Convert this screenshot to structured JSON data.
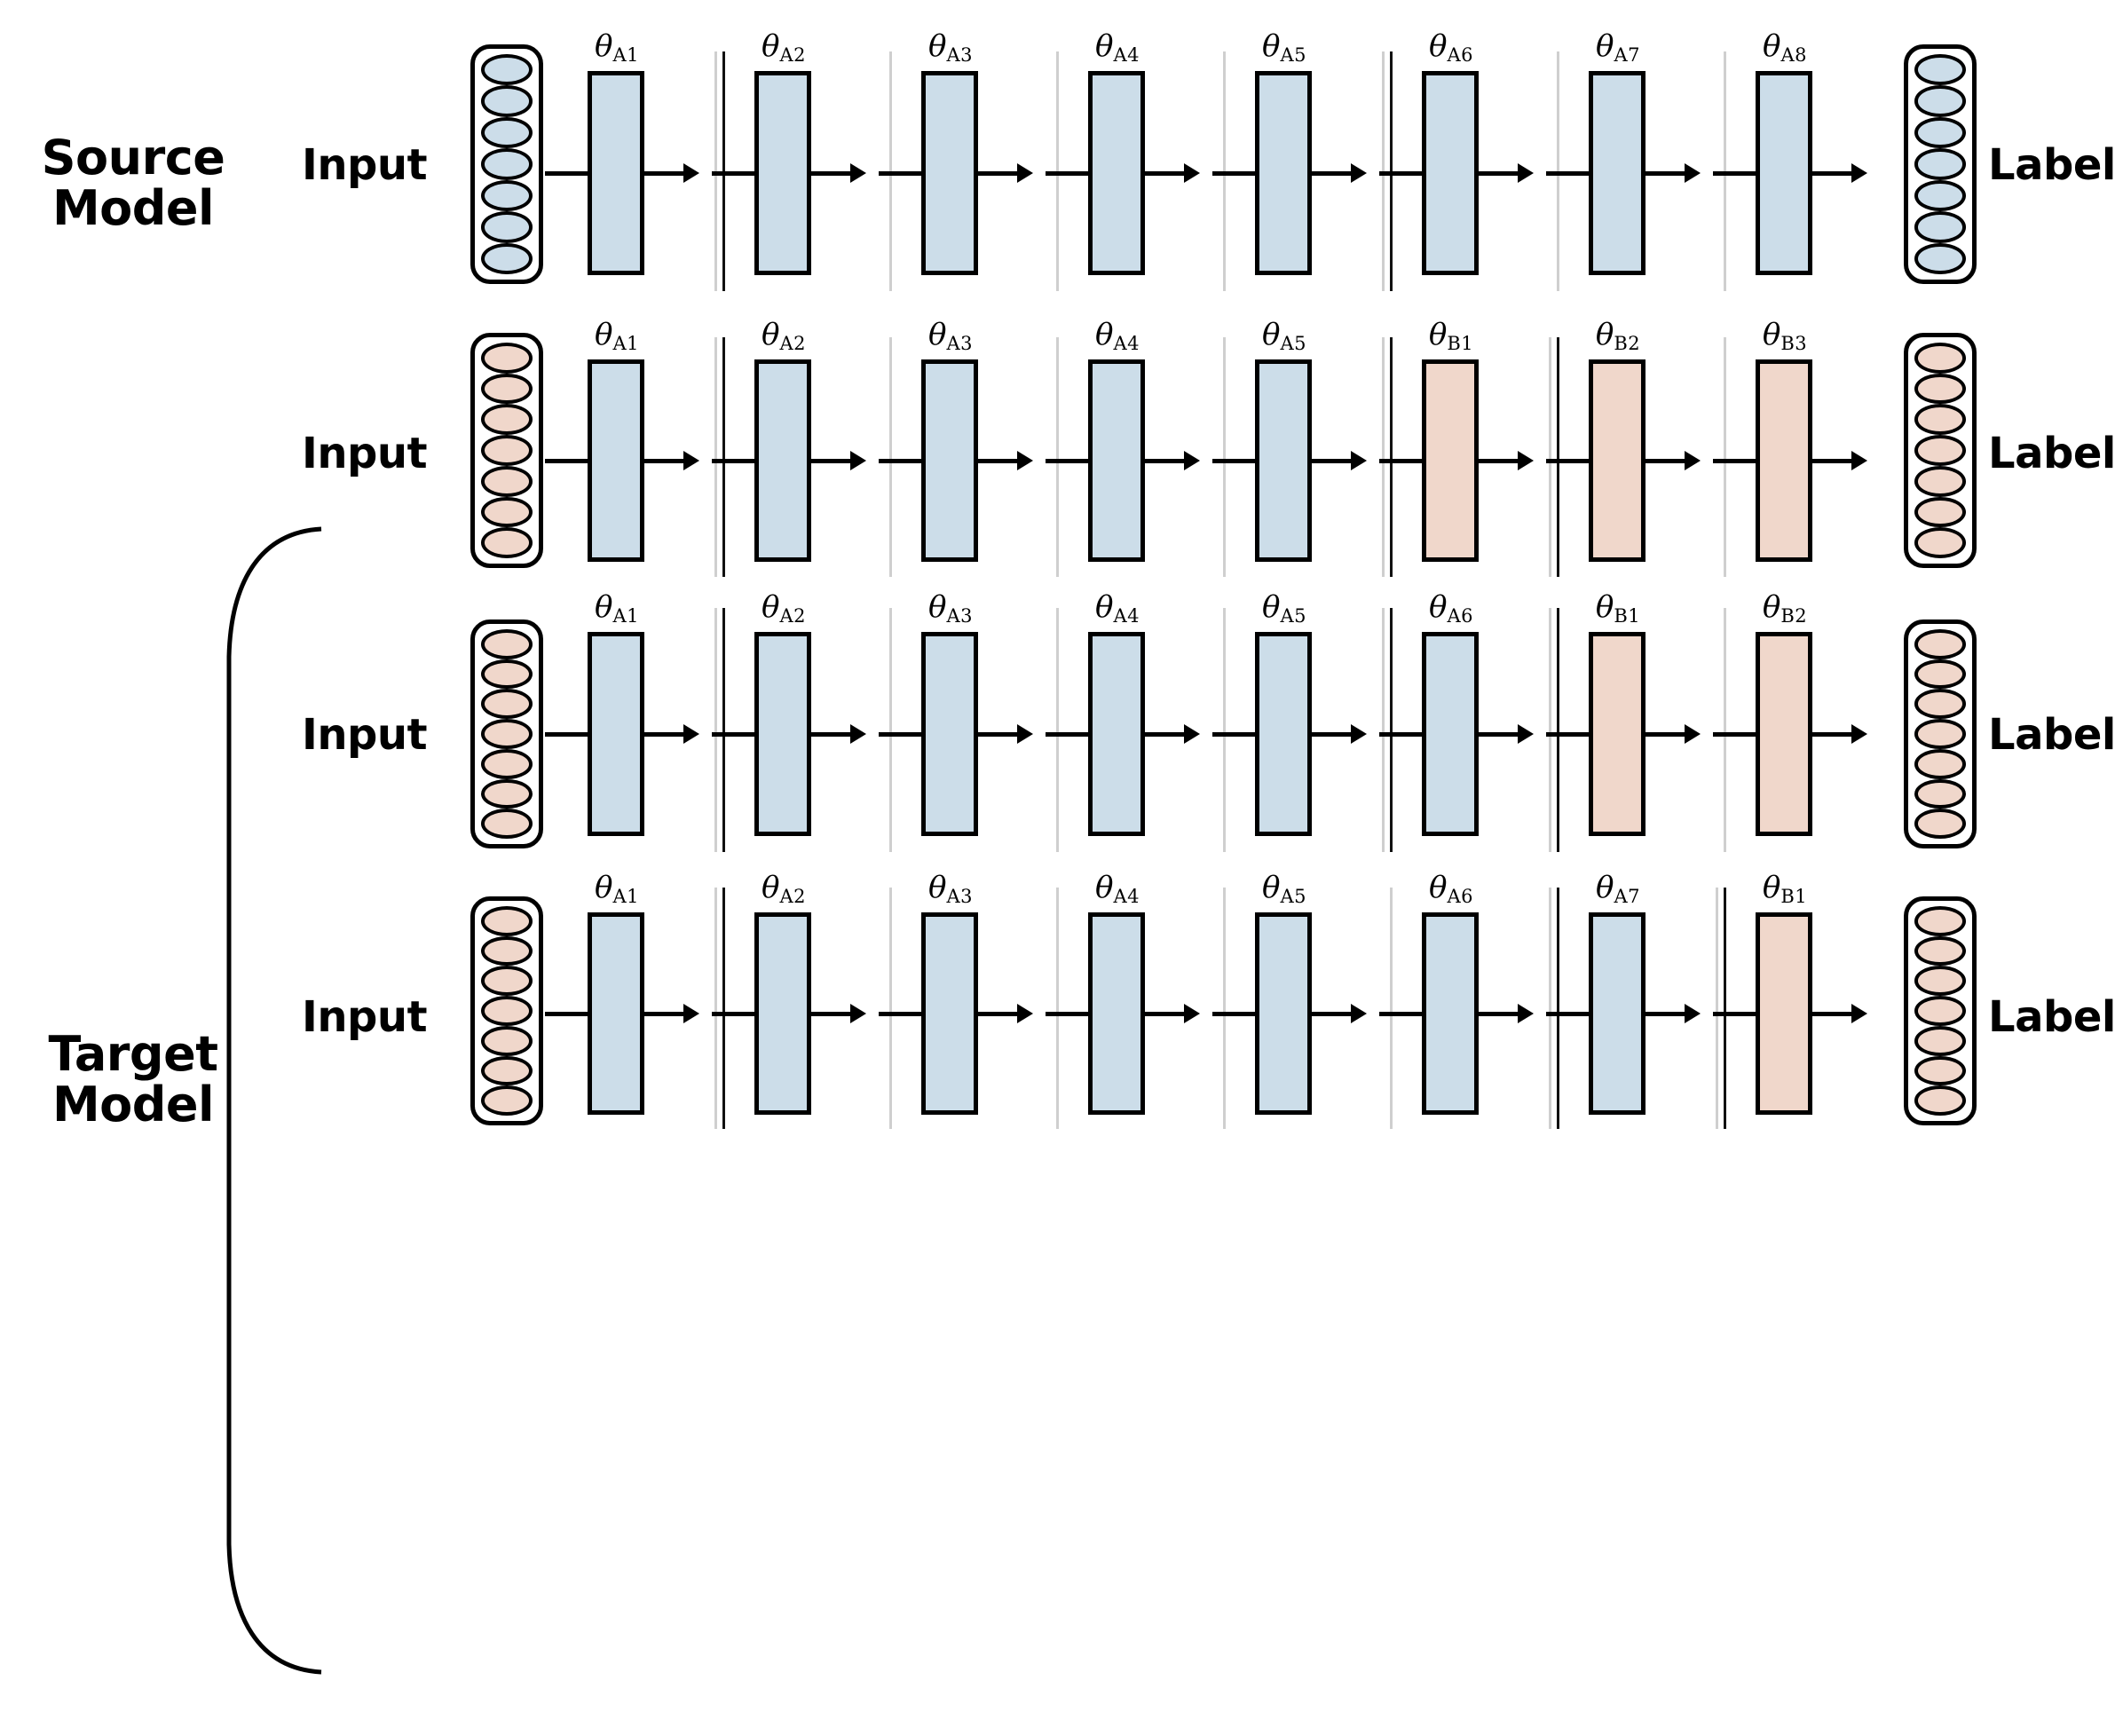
{
  "diagram": {
    "title": "Transfer learning source / target model layer diagram",
    "colors": {
      "source_layer": "#ccdde9",
      "target_new_layer": "#f0d7cb",
      "outline": "#000000",
      "separator": "#9a9a9a",
      "background": "#ffffff"
    }
  },
  "groups": [
    {
      "id": "source",
      "label": "Source\nModel"
    },
    {
      "id": "target",
      "label": "Target\nModel"
    }
  ],
  "words": {
    "input": "Input",
    "label": "Label"
  },
  "rows": [
    {
      "id": "row-1",
      "group": "source",
      "input_label": "Input",
      "output_label": "Label",
      "neuron_count": 7,
      "neuron_color": "blue",
      "layers": [
        {
          "theta": "θ",
          "sub": "A1",
          "color": "blue"
        },
        {
          "theta": "θ",
          "sub": "A2",
          "color": "blue"
        },
        {
          "theta": "θ",
          "sub": "A3",
          "color": "blue"
        },
        {
          "theta": "θ",
          "sub": "A4",
          "color": "blue"
        },
        {
          "theta": "θ",
          "sub": "A5",
          "color": "blue"
        },
        {
          "theta": "θ",
          "sub": "A6",
          "color": "blue"
        },
        {
          "theta": "θ",
          "sub": "A7",
          "color": "blue"
        },
        {
          "theta": "θ",
          "sub": "A8",
          "color": "blue"
        }
      ]
    },
    {
      "id": "row-2",
      "group": "target",
      "input_label": "Input",
      "output_label": "Label",
      "neuron_count": 7,
      "neuron_color": "pink",
      "layers": [
        {
          "theta": "θ",
          "sub": "A1",
          "color": "blue"
        },
        {
          "theta": "θ",
          "sub": "A2",
          "color": "blue"
        },
        {
          "theta": "θ",
          "sub": "A3",
          "color": "blue"
        },
        {
          "theta": "θ",
          "sub": "A4",
          "color": "blue"
        },
        {
          "theta": "θ",
          "sub": "A5",
          "color": "blue"
        },
        {
          "theta": "θ",
          "sub": "B1",
          "color": "pink"
        },
        {
          "theta": "θ",
          "sub": "B2",
          "color": "pink"
        },
        {
          "theta": "θ",
          "sub": "B3",
          "color": "pink"
        }
      ]
    },
    {
      "id": "row-3",
      "group": "target",
      "input_label": "Input",
      "output_label": "Label",
      "neuron_count": 7,
      "neuron_color": "pink",
      "layers": [
        {
          "theta": "θ",
          "sub": "A1",
          "color": "blue"
        },
        {
          "theta": "θ",
          "sub": "A2",
          "color": "blue"
        },
        {
          "theta": "θ",
          "sub": "A3",
          "color": "blue"
        },
        {
          "theta": "θ",
          "sub": "A4",
          "color": "blue"
        },
        {
          "theta": "θ",
          "sub": "A5",
          "color": "blue"
        },
        {
          "theta": "θ",
          "sub": "A6",
          "color": "blue"
        },
        {
          "theta": "θ",
          "sub": "B1",
          "color": "pink"
        },
        {
          "theta": "θ",
          "sub": "B2",
          "color": "pink"
        }
      ]
    },
    {
      "id": "row-4",
      "group": "target",
      "input_label": "Input",
      "output_label": "Label",
      "neuron_count": 7,
      "neuron_color": "pink",
      "layers": [
        {
          "theta": "θ",
          "sub": "A1",
          "color": "blue"
        },
        {
          "theta": "θ",
          "sub": "A2",
          "color": "blue"
        },
        {
          "theta": "θ",
          "sub": "A3",
          "color": "blue"
        },
        {
          "theta": "θ",
          "sub": "A4",
          "color": "blue"
        },
        {
          "theta": "θ",
          "sub": "A5",
          "color": "blue"
        },
        {
          "theta": "θ",
          "sub": "A6",
          "color": "blue"
        },
        {
          "theta": "θ",
          "sub": "A7",
          "color": "blue"
        },
        {
          "theta": "θ",
          "sub": "B1",
          "color": "pink"
        }
      ]
    }
  ]
}
